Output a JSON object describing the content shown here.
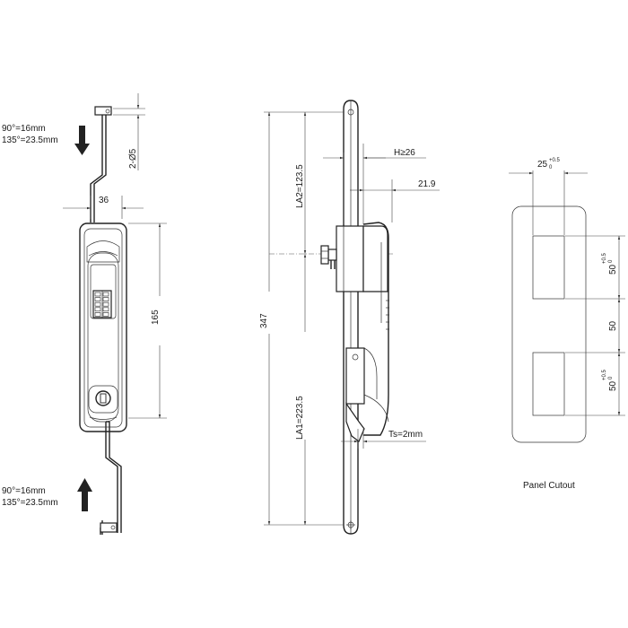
{
  "front_view": {
    "top_note_line1": "90°=16mm",
    "top_note_line2": "135°=23.5mm",
    "bottom_note_line1": "90°=16mm",
    "bottom_note_line2": "135°=23.5mm",
    "dim_width": "36",
    "dim_hole": "2-Ø5",
    "dim_height": "165"
  },
  "side_view": {
    "dim_total": "347",
    "dim_la2": "LA2=123.5",
    "dim_la1": "LA1=223.5",
    "dim_h": "H≥26",
    "dim_depth": "21.9",
    "dim_ts": "Ts=2mm"
  },
  "panel_cutout": {
    "title": "Panel Cutout",
    "dim_width": "25",
    "dim_width_tol": "+0.5",
    "dim_width_tol_low": "0",
    "dim_upper": "50",
    "dim_gap": "50",
    "dim_lower": "50",
    "dim_tol": "+0.5",
    "dim_tol_low": "0"
  },
  "colors": {
    "line": "#222222",
    "background": "#ffffff"
  }
}
